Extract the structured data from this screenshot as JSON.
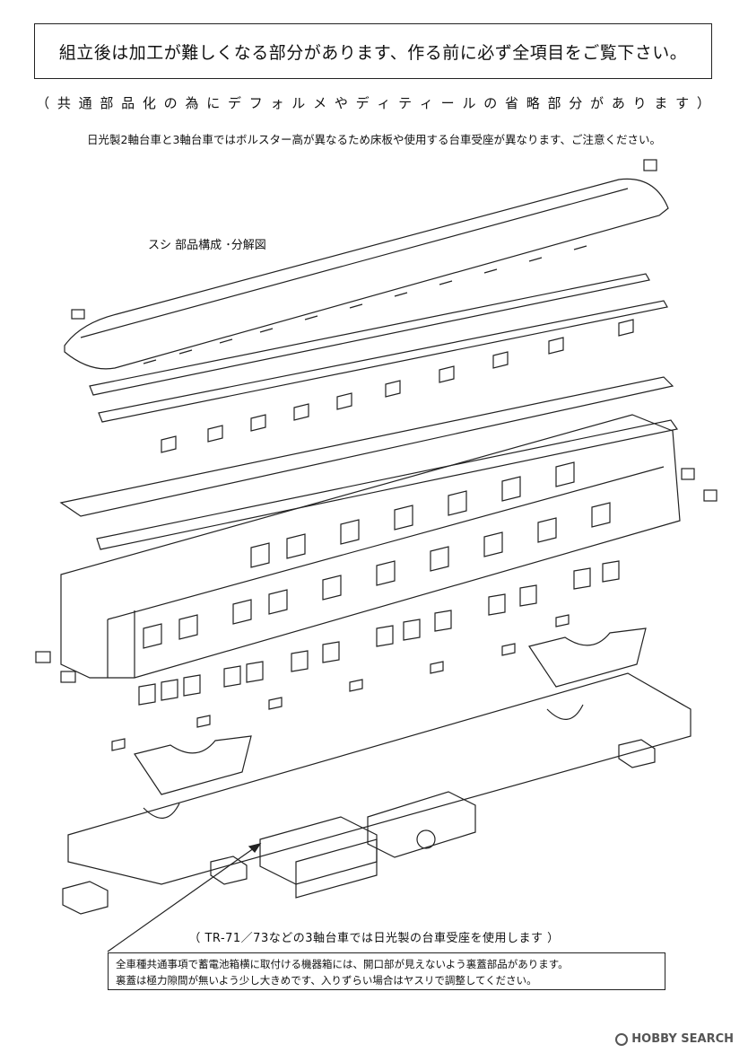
{
  "header": {
    "warning": "組立後は加工が難しくなる部分があります、作る前に必ず全項目をご覧下さい。",
    "note_deformation": "（ 共 通 部 品 化 の 為 に デ フ ォ ル メ や デ ィ テ ィ ー ル の 省 略 部 分 が あ り ま す ）",
    "note_bolster": "日光製2軸台車と3軸台車ではボルスター高が異なるため床板や使用する台車受座が異なります、ご注意ください。"
  },
  "diagram": {
    "title": "スシ 部品構成 ･分解図",
    "callout": "（ TR-71／73などの3軸台車では日光製の台車受座を使用します ）"
  },
  "notes": {
    "line1": "全車種共通事項で蓄電池箱横に取付ける機器箱には、開口部が見えないよう裏蓋部品があります。",
    "line2": "裏蓋は極力隙間が無いよう少し大きめです、入りずらい場合はヤスリで調整してください。"
  },
  "watermark": {
    "text": "HOBBY SEARCH",
    "icon": "hobbysearch-logo-icon"
  }
}
